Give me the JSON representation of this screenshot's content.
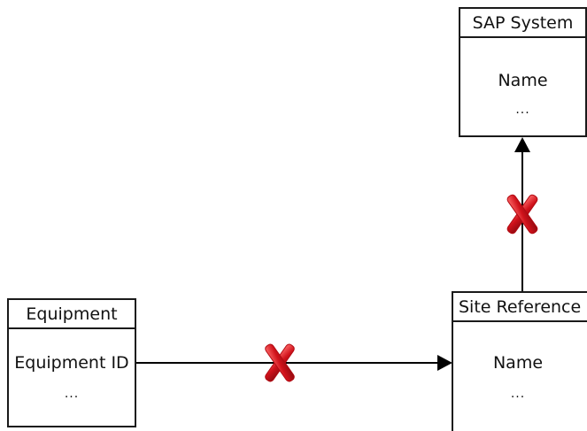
{
  "entities": {
    "sap_system": {
      "title": "SAP System",
      "attribute": "Name",
      "ellipsis": "..."
    },
    "equipment": {
      "title": "Equipment",
      "attribute": "Equipment ID",
      "ellipsis": "..."
    },
    "site_reference": {
      "title": "Site Reference",
      "attribute": "Name",
      "ellipsis": "..."
    }
  },
  "colors": {
    "line": "#000000",
    "border": "#1a1a1a",
    "cross": "#d0121b"
  },
  "connectors": [
    {
      "from": "equipment",
      "to": "site_reference",
      "arrow": "end",
      "marker": "red-cross-icon"
    },
    {
      "from": "site_reference",
      "to": "sap_system",
      "arrow": "end",
      "marker": "red-cross-icon"
    }
  ]
}
